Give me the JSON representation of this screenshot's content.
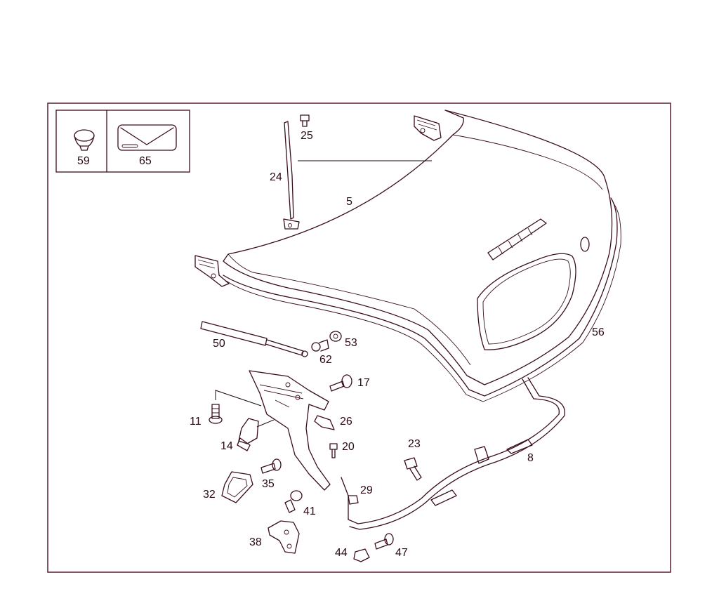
{
  "colors": {
    "line": "#3a0d1e",
    "frame": "#5a1a2a",
    "background": "#ffffff"
  },
  "labels": {
    "p59": "59",
    "p65": "65",
    "p25": "25",
    "p24": "24",
    "p5": "5",
    "p56": "56",
    "p50": "50",
    "p53": "53",
    "p62": "62",
    "p17": "17",
    "p11": "11",
    "p26": "26",
    "p14": "14",
    "p20": "20",
    "p23": "23",
    "p8": "8",
    "p35": "35",
    "p32": "32",
    "p29": "29",
    "p41": "41",
    "p38": "38",
    "p44": "44",
    "p47": "47"
  }
}
